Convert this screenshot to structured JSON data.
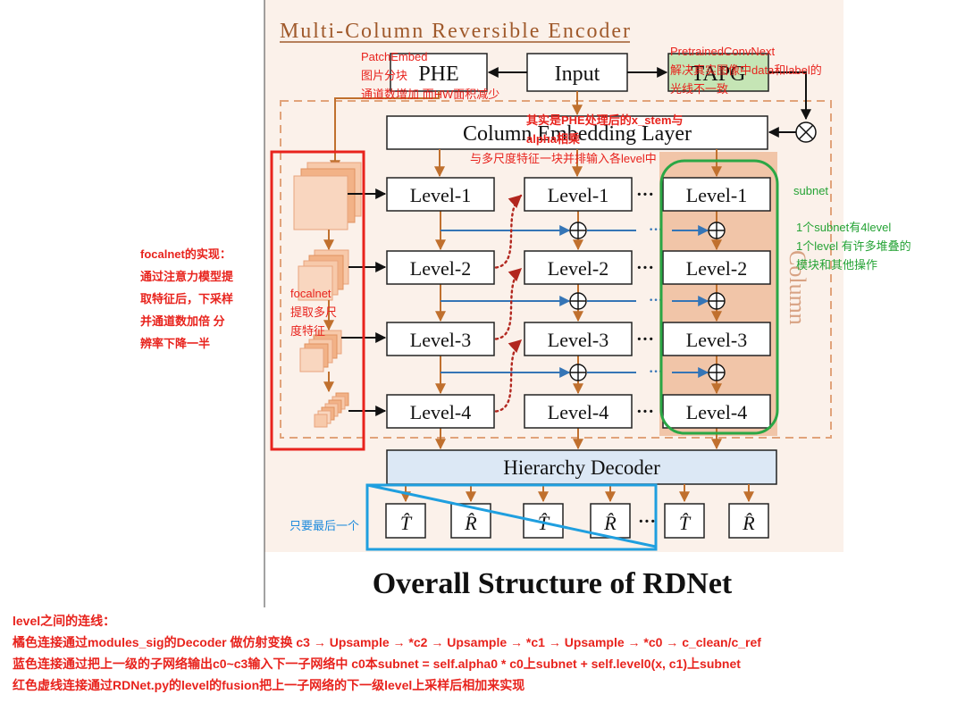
{
  "diagram": {
    "title": "Multi-Column Reversible Encoder",
    "caption": "Overall Structure of RDNet",
    "column_label": "Column",
    "nodes": {
      "phe": "PHE",
      "input": "Input",
      "tapg": "TAPG",
      "column_embedding": "Column Embedding Layer",
      "hierarchy_decoder": "Hierarchy Decoder"
    },
    "levels": [
      "Level-1",
      "Level-2",
      "Level-3",
      "Level-4"
    ],
    "ellipsis": "···",
    "outputs": [
      "T̂",
      "R̂",
      "T̂",
      "R̂",
      "T̂",
      "R̂"
    ]
  },
  "annotations": {
    "phe_note": [
      "PatchEmbed",
      "图片分块",
      "通道数增加 而HW面积减少"
    ],
    "tapg_note": [
      "PretrainedConvNext",
      "解决真实图像中data和label的",
      "光线不一致"
    ],
    "stem_note": [
      "其实是PHE处理后的x_stem与",
      "alpha相乘"
    ],
    "stem_note2": "与多尺度特征一块并排输入各level中",
    "subnet_title": "subnet",
    "subnet_note": [
      "1个subnet有4level",
      "1个level 有许多堆叠的",
      "模块和其他操作"
    ],
    "focalnet_left": [
      "focalnet的实现：",
      "通过注意力模型提",
      "取特征后，下采样",
      "并通道数加倍 分",
      "辨率下降一半"
    ],
    "focalnet_inner": [
      "focalnet",
      "提取多尺",
      "度特征"
    ],
    "last_one": "只要最后一个",
    "bottom_notes": [
      "level之间的连线：",
      "橘色连接通过modules_sig的Decoder 做仿射变换 c3 → Upsample → *c2 → Upsample → *c1 → Upsample → *c0 → c_clean/c_ref",
      "蓝色连接通过把上一级的子网络输出c0~c3输入下一子网络中 c0本subnet = self.alpha0 * c0上subnet + self.level0(x, c1)上subnet",
      "红色虚线连接通过RDNet.py的level的fusion把上一子网络的下一级level上采样后相加来实现"
    ]
  },
  "colors": {
    "figure_bg": "#fbf1ea",
    "orange": "#c0702e",
    "column_fill": "#f1c5a8",
    "blue_arrow": "#3575b6",
    "decoder_fill": "#dce8f5",
    "red": "#e8231d",
    "green": "#2aa745",
    "cyan": "#1f9fdf",
    "tapg_fill": "#c5e5b5"
  }
}
